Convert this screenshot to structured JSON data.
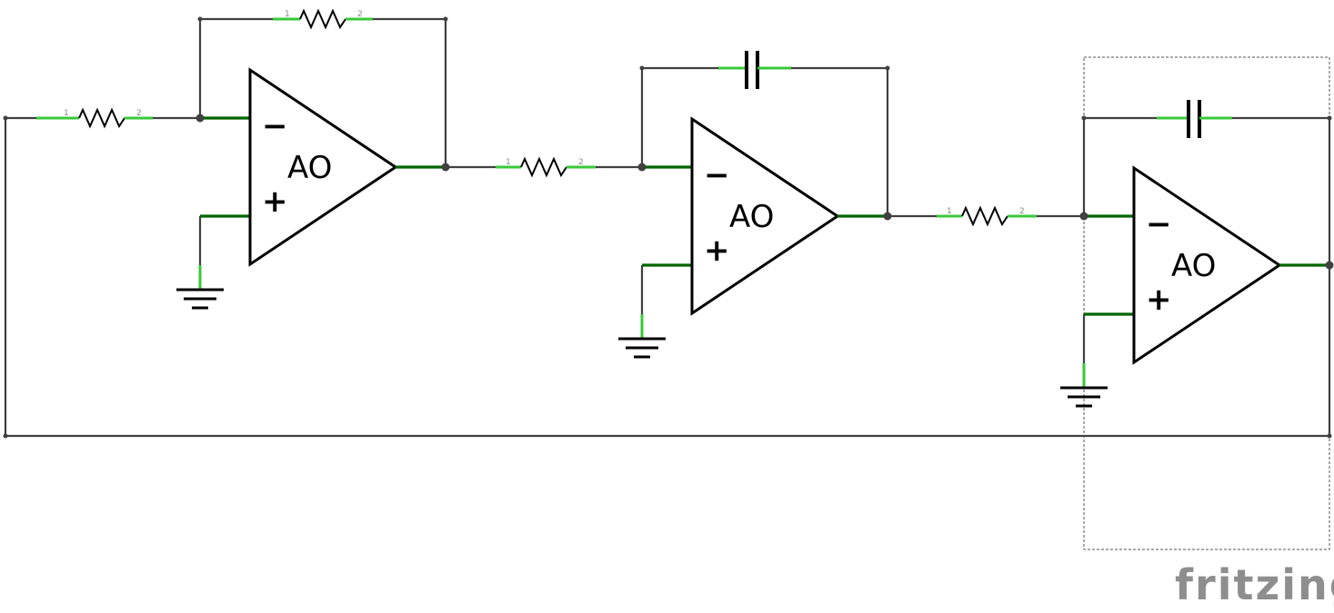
{
  "opamps": [
    {
      "id": "opamp-1",
      "label": "AO",
      "minus": "−",
      "plus": "+"
    },
    {
      "id": "opamp-2",
      "label": "AO",
      "minus": "−",
      "plus": "+"
    },
    {
      "id": "opamp-3",
      "label": "AO",
      "minus": "−",
      "plus": "+"
    }
  ],
  "resistors": [
    {
      "id": "r-input",
      "pin1": "1",
      "pin2": "2"
    },
    {
      "id": "r-feedback",
      "pin1": "1",
      "pin2": "2"
    },
    {
      "id": "r-stage2",
      "pin1": "1",
      "pin2": "2"
    },
    {
      "id": "r-stage3",
      "pin1": "1",
      "pin2": "2"
    }
  ],
  "brand": {
    "name": "fritzing"
  },
  "colors": {
    "wire": "#404040",
    "lead": "#39c83a",
    "lead_dark": "#006400",
    "brand": "#8e8e8e"
  }
}
